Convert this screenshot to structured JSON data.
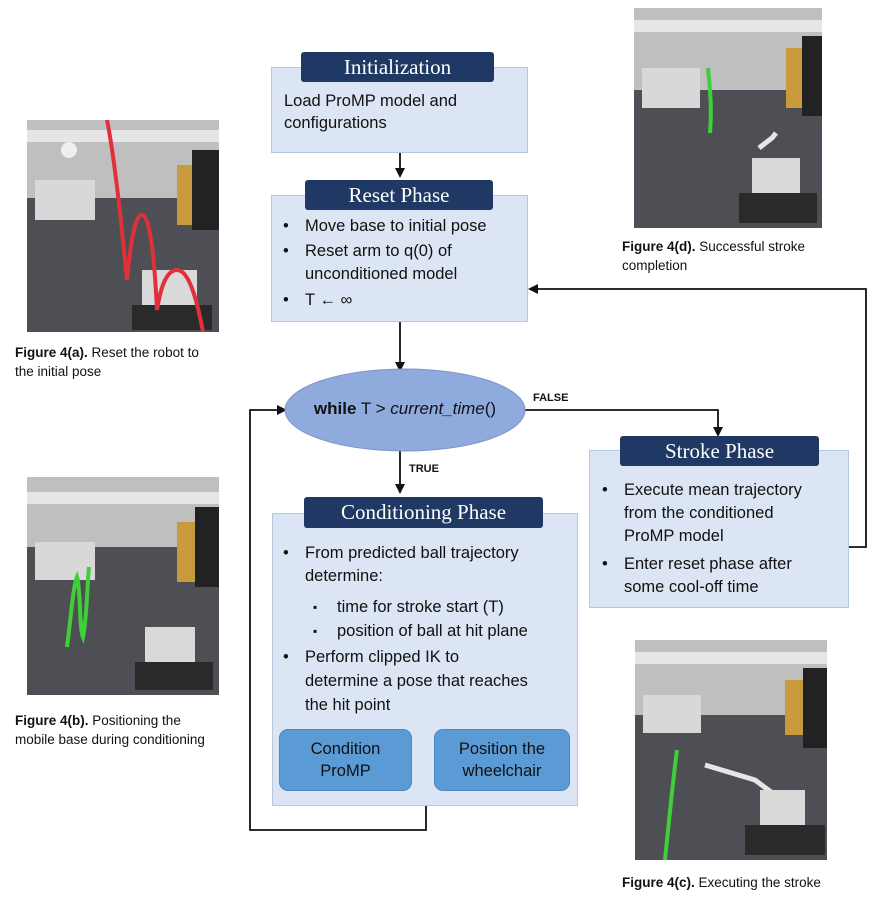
{
  "init": {
    "title": "Initialization",
    "text_lines": [
      "Load ProMP model and",
      "configurations"
    ]
  },
  "reset": {
    "title": "Reset Phase",
    "items": [
      "Move base to initial pose",
      "Reset arm to q(0) of",
      "unconditioned model",
      "T ←  ∞"
    ]
  },
  "loop": {
    "keyword": "while",
    "condition_prefix": " T > ",
    "condition_italic": "current_time",
    "condition_suffix": "()"
  },
  "labels": {
    "false": "FALSE",
    "true": "TRUE"
  },
  "conditioning": {
    "title": "Conditioning Phase",
    "lines": [
      "From predicted ball trajectory",
      "determine:",
      "time for stroke start (T)",
      "position of ball at hit plane",
      "Perform clipped IK to",
      "determine a pose that reaches",
      "the hit point"
    ],
    "button1": [
      "Condition",
      "ProMP"
    ],
    "button2": [
      "Position the",
      "wheelchair"
    ]
  },
  "stroke": {
    "title": "Stroke Phase",
    "lines": [
      "Execute mean trajectory",
      "from the conditioned",
      "ProMP model",
      "Enter reset phase after",
      "some cool-off time"
    ]
  },
  "bullet_char": "•",
  "sub_bullet_char": "▪",
  "figures": {
    "a": {
      "label": "Figure 4(a).",
      "lines": [
        "Reset the robot to",
        "the initial pose"
      ]
    },
    "b": {
      "label": "Figure 4(b).",
      "lines": [
        "Positioning the",
        "mobile base during conditioning"
      ]
    },
    "c": {
      "label": "Figure 4(c).",
      "text": "Executing the stroke"
    },
    "d": {
      "label": "Figure 4(d).",
      "lines": [
        "Successful stroke",
        "completion"
      ]
    }
  },
  "colors": {
    "box_fill": "#dbe5f3",
    "title_fill": "#1f3864",
    "ellipse_fill": "#8faadc",
    "button_fill": "#5b9bd5",
    "trajectory_red": "#e0303a",
    "trajectory_green": "#3fcf3a"
  }
}
